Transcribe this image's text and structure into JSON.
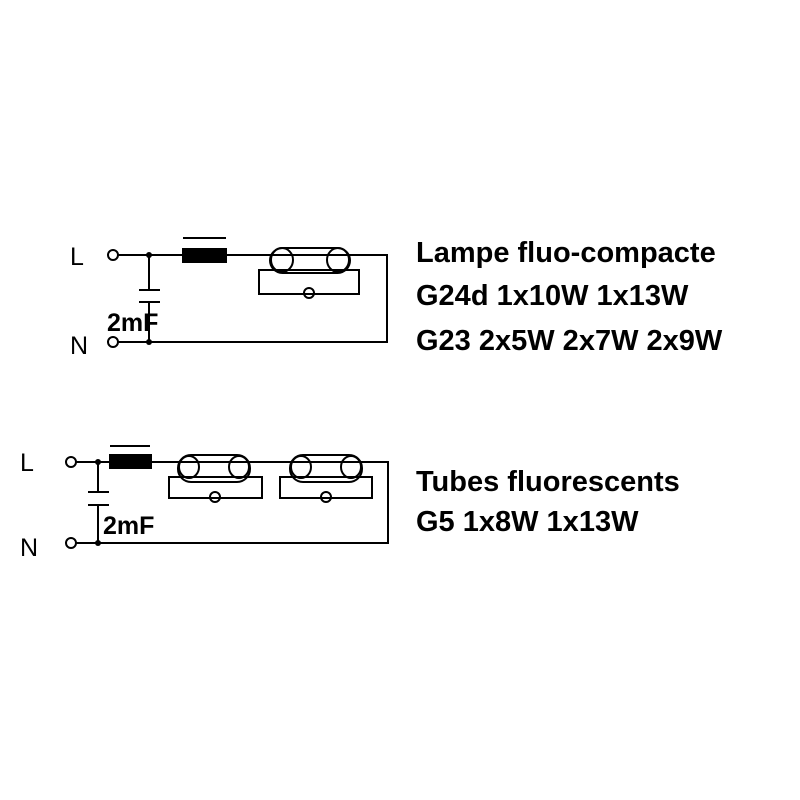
{
  "circuits": [
    {
      "terminal_l": "L",
      "terminal_n": "N",
      "capacitor": "2mF",
      "lamps": 1,
      "description": [
        "Lampe fluo-compacte",
        "G24d 1x10W 1x13W",
        "G23 2x5W 2x7W 2x9W"
      ]
    },
    {
      "terminal_l": "L",
      "terminal_n": "N",
      "capacitor": "2mF",
      "lamps": 2,
      "description": [
        "Tubes fluorescents",
        "G5 1x8W 1x13W"
      ]
    }
  ],
  "colors": {
    "line": "#000000",
    "background": "#ffffff"
  }
}
